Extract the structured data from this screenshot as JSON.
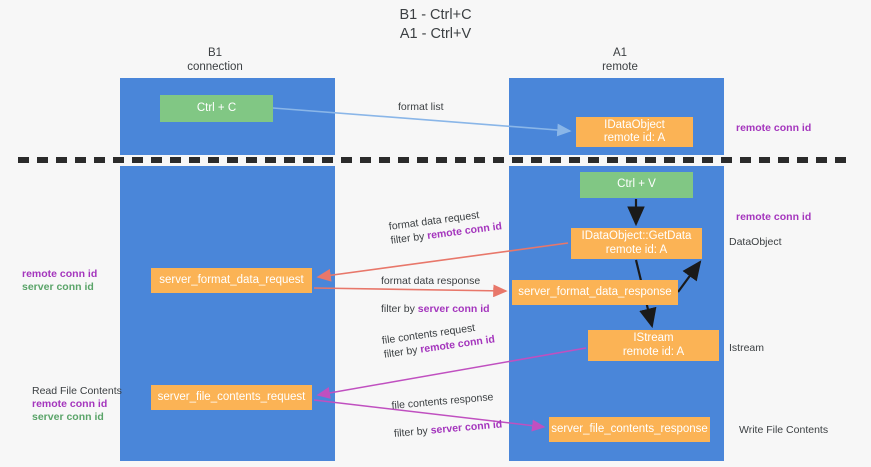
{
  "title": {
    "line1": "B1 - Ctrl+C",
    "line2": "A1 - Ctrl+V"
  },
  "columns": {
    "left": {
      "name": "B1",
      "role": "connection"
    },
    "right": {
      "name": "A1",
      "role": "remote"
    }
  },
  "nodes": {
    "ctrl_c": "Ctrl + C",
    "ctrl_v": "Ctrl + V",
    "idataobject": {
      "line1": "IDataObject",
      "line2": "remote id: A"
    },
    "getdata": {
      "line1": "IDataObject::GetData",
      "line2": "remote id: A"
    },
    "istream": {
      "line1": "IStream",
      "line2": "remote id: A"
    },
    "server_format_data_request": "server_format_data_request",
    "server_format_data_response": "server_format_data_response",
    "server_file_contents_request": "server_file_contents_request",
    "server_file_contents_response": "server_file_contents_response"
  },
  "edges": {
    "format_list": "format list",
    "format_data_request": {
      "line1": "format data request",
      "filter_prefix": "filter by ",
      "filter_key": "remote conn id"
    },
    "format_data_response": {
      "line1": "format data response",
      "filter_prefix": "filter by ",
      "filter_key": "server conn id"
    },
    "file_contents_request": {
      "line1": "file contents request",
      "filter_prefix": "filter by ",
      "filter_key": "remote conn id"
    },
    "file_contents_response": {
      "line1": "file contents response",
      "filter_prefix": "filter by ",
      "filter_key": "server conn id"
    }
  },
  "annotations": {
    "remote_conn_id_top": "remote conn id",
    "remote_conn_id_mid": "remote conn id",
    "dataobject": "DataObject",
    "istream": "Istream",
    "write_file_contents": "Write File Contents",
    "read_file_contents": "Read File Contents",
    "left_remote_conn_id": "remote conn id",
    "left_server_conn_id": "server conn id",
    "left_remote_conn_id_2": "remote conn id",
    "left_server_conn_id_2": "server conn id"
  },
  "colors": {
    "lane": "#4a86d9",
    "green_node": "#81c784",
    "orange_node": "#fbb355",
    "purple_text": "#a435bd",
    "green_text": "#5aa469",
    "blue_arrow": "#8ab6e8",
    "red_arrow": "#e8776a",
    "black_arrow": "#1a1a1a",
    "magenta_arrow": "#c050c0",
    "background": "#f7f7f7"
  }
}
